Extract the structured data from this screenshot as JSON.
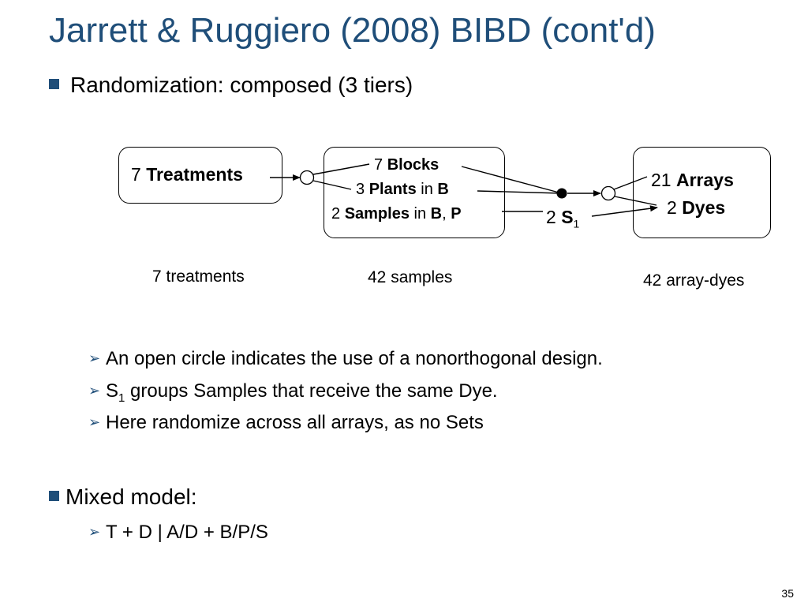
{
  "title": "Jarrett & Ruggiero (2008) BIBD (cont'd)",
  "bullet1": "Randomization: composed (3 tiers)",
  "diagram": {
    "treatments_num": "7",
    "treatments_name": "Treatments",
    "blocks_num": "7",
    "blocks_name": "Blocks",
    "plants_num": "3",
    "plants_name": "Plants",
    "plants_in": "in",
    "plants_b": "B",
    "samples_num": "2",
    "samples_name": "Samples",
    "samples_in": "in",
    "samples_b": "B",
    "samples_comma": ",",
    "samples_p": "P",
    "s1_num": "2",
    "s1_name": "S",
    "s1_sub": "1",
    "arrays_num": "21",
    "arrays_name": "Arrays",
    "dyes_num": "2",
    "dyes_name": "Dyes",
    "label_treatments": "7 treatments",
    "label_samples": "42 samples",
    "label_arraydyes": "42 array-dyes"
  },
  "sub_bullets": {
    "b1": "An open circle indicates the use of a nonorthogonal design.",
    "b2_s": "S",
    "b2_sub": "1",
    "b2_rest": " groups Samples that receive the same Dye.",
    "b3": "Here randomize across all arrays, as no Sets"
  },
  "bullet2": "Mixed model:",
  "model": "T + D | A/D + B/P/S",
  "page_number": "35",
  "colors": {
    "title": "#1f4e79",
    "bullet": "#1f4e79"
  }
}
